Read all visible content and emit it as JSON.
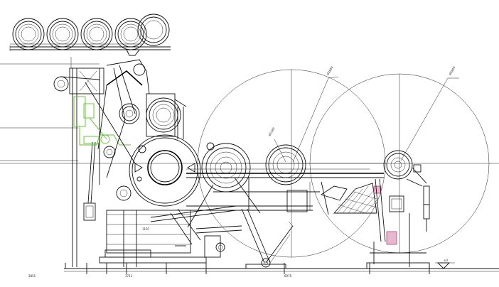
{
  "drawing": {
    "colors": {
      "linework": "#111111",
      "accent_green": "#5cbf2a",
      "accent_pink": "#e7b7cf",
      "background": "#ffffff"
    },
    "labels": {
      "large_roll_left": "Ø2800",
      "large_roll_right": "Ø2800",
      "small_roll": "Ø1260",
      "base_left": "2851",
      "base_mid": "3711",
      "base_right": "6975",
      "level_mark": "±0",
      "frame_dim": "1197"
    }
  }
}
